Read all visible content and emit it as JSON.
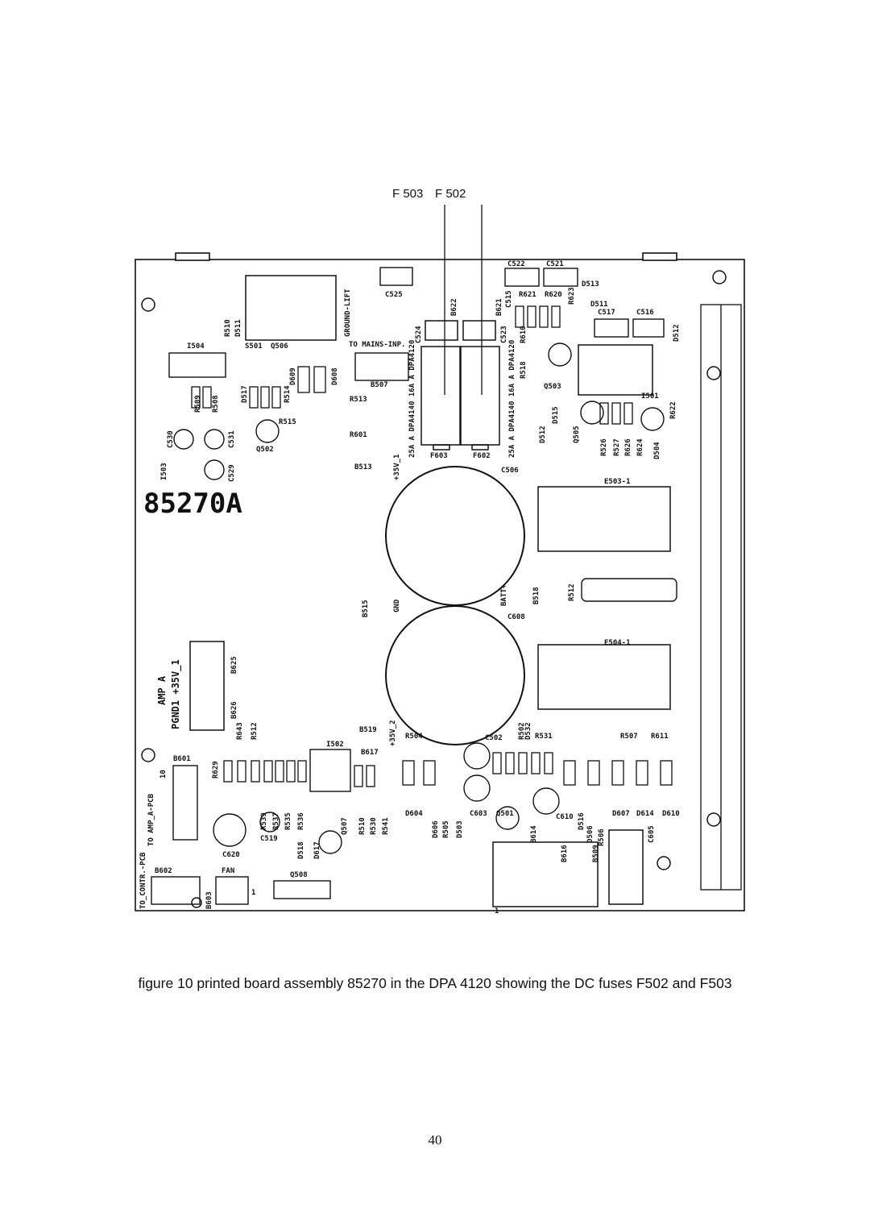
{
  "callouts": {
    "f503": "F 503",
    "f502": "F 502"
  },
  "board": {
    "id": "85270A",
    "labels": {
      "c525": "C525",
      "c522": "C522",
      "c521": "C521",
      "d513": "D513",
      "r621": "R621",
      "r620": "R620",
      "r623": "R623",
      "d511": "D511",
      "c517": "C517",
      "c516": "C516",
      "d512": "D512",
      "b622": "B622",
      "b621": "B621",
      "c515": "C515",
      "ground_lift": "GROUND-LIFT",
      "r510": "R510",
      "d511b": "D511",
      "i504": "I504",
      "s501": "S501",
      "q506": "Q506",
      "to_mains_inp": "TO MAINS-INP.",
      "c524": "C524",
      "c523": "C523",
      "r610": "R610",
      "r518": "R518",
      "q503": "Q503",
      "i501": "I501",
      "r622": "R622",
      "d517": "D517",
      "r514": "R514",
      "d609": "D609",
      "d608": "D608",
      "b507": "B507",
      "r513": "R513",
      "r601": "R601",
      "r509": "R509",
      "r508": "R508",
      "r515": "R515",
      "fuse_f503_rating": "25A A DPA4140 16A A DPA4120",
      "fuse_f502_rating": "25A A DPA4140 16A A DPA4120",
      "d512b": "D512",
      "d515": "D515",
      "q505": "Q505",
      "r526": "R526",
      "r527": "R527",
      "r626": "R626",
      "r624": "R624",
      "d504": "D504",
      "c530": "C530",
      "c531": "C531",
      "q502": "Q502",
      "i503": "I503",
      "c529": "C529",
      "b513": "B513",
      "v35_1": "+35V_1",
      "f603": "F603",
      "f602": "F602",
      "c506": "C506",
      "e503": "E503-1",
      "r512": "R512",
      "b515": "B515",
      "gnd": "GND",
      "batt": "BATT+",
      "b518": "B518",
      "c608": "C608",
      "e504": "E504-1",
      "amp_a": "AMP A",
      "pgnd": "PGND1 +35V_1",
      "b625": "B625",
      "b626": "B626",
      "r643": "R643",
      "r512b": "R512",
      "b519": "B519",
      "v35_2": "+35V_2",
      "r504": "R504",
      "c502": "C502",
      "r502": "R502",
      "d532": "D532",
      "r531": "R531",
      "r507": "R507",
      "r611": "R611",
      "i502": "I502",
      "b617": "B617",
      "b601": "B601",
      "r629": "R629",
      "to_amp": "TO AMP_A-PCB",
      "pin10": "10",
      "r539": "R539",
      "r537": "R537",
      "r535": "R535",
      "r536": "R536",
      "q507": "Q507",
      "r510b": "R510",
      "r530": "R530",
      "r541": "R541",
      "d604": "D604",
      "d606": "D606",
      "r505": "R505",
      "d503": "D503",
      "c603": "C603",
      "q501": "Q501",
      "d516": "D516",
      "d506": "D506",
      "r506": "R506",
      "d607": "D607",
      "d614": "D614",
      "d610": "D610",
      "c519": "C519",
      "d518": "D518",
      "d617": "D617",
      "b614": "B614",
      "c610": "C610",
      "b616": "B616",
      "b509": "B509",
      "c605": "C605",
      "c620": "C620",
      "to_contr": "TO_CONTR.-PCB",
      "b602": "B602",
      "fan": "FAN",
      "b603": "B603",
      "q508": "Q508",
      "pin1": "1",
      "pin1b": "1"
    }
  },
  "caption": "figure 10   printed board assembly 85270 in the DPA 4120 showing the DC fuses F502 and F503",
  "page_number": "40"
}
